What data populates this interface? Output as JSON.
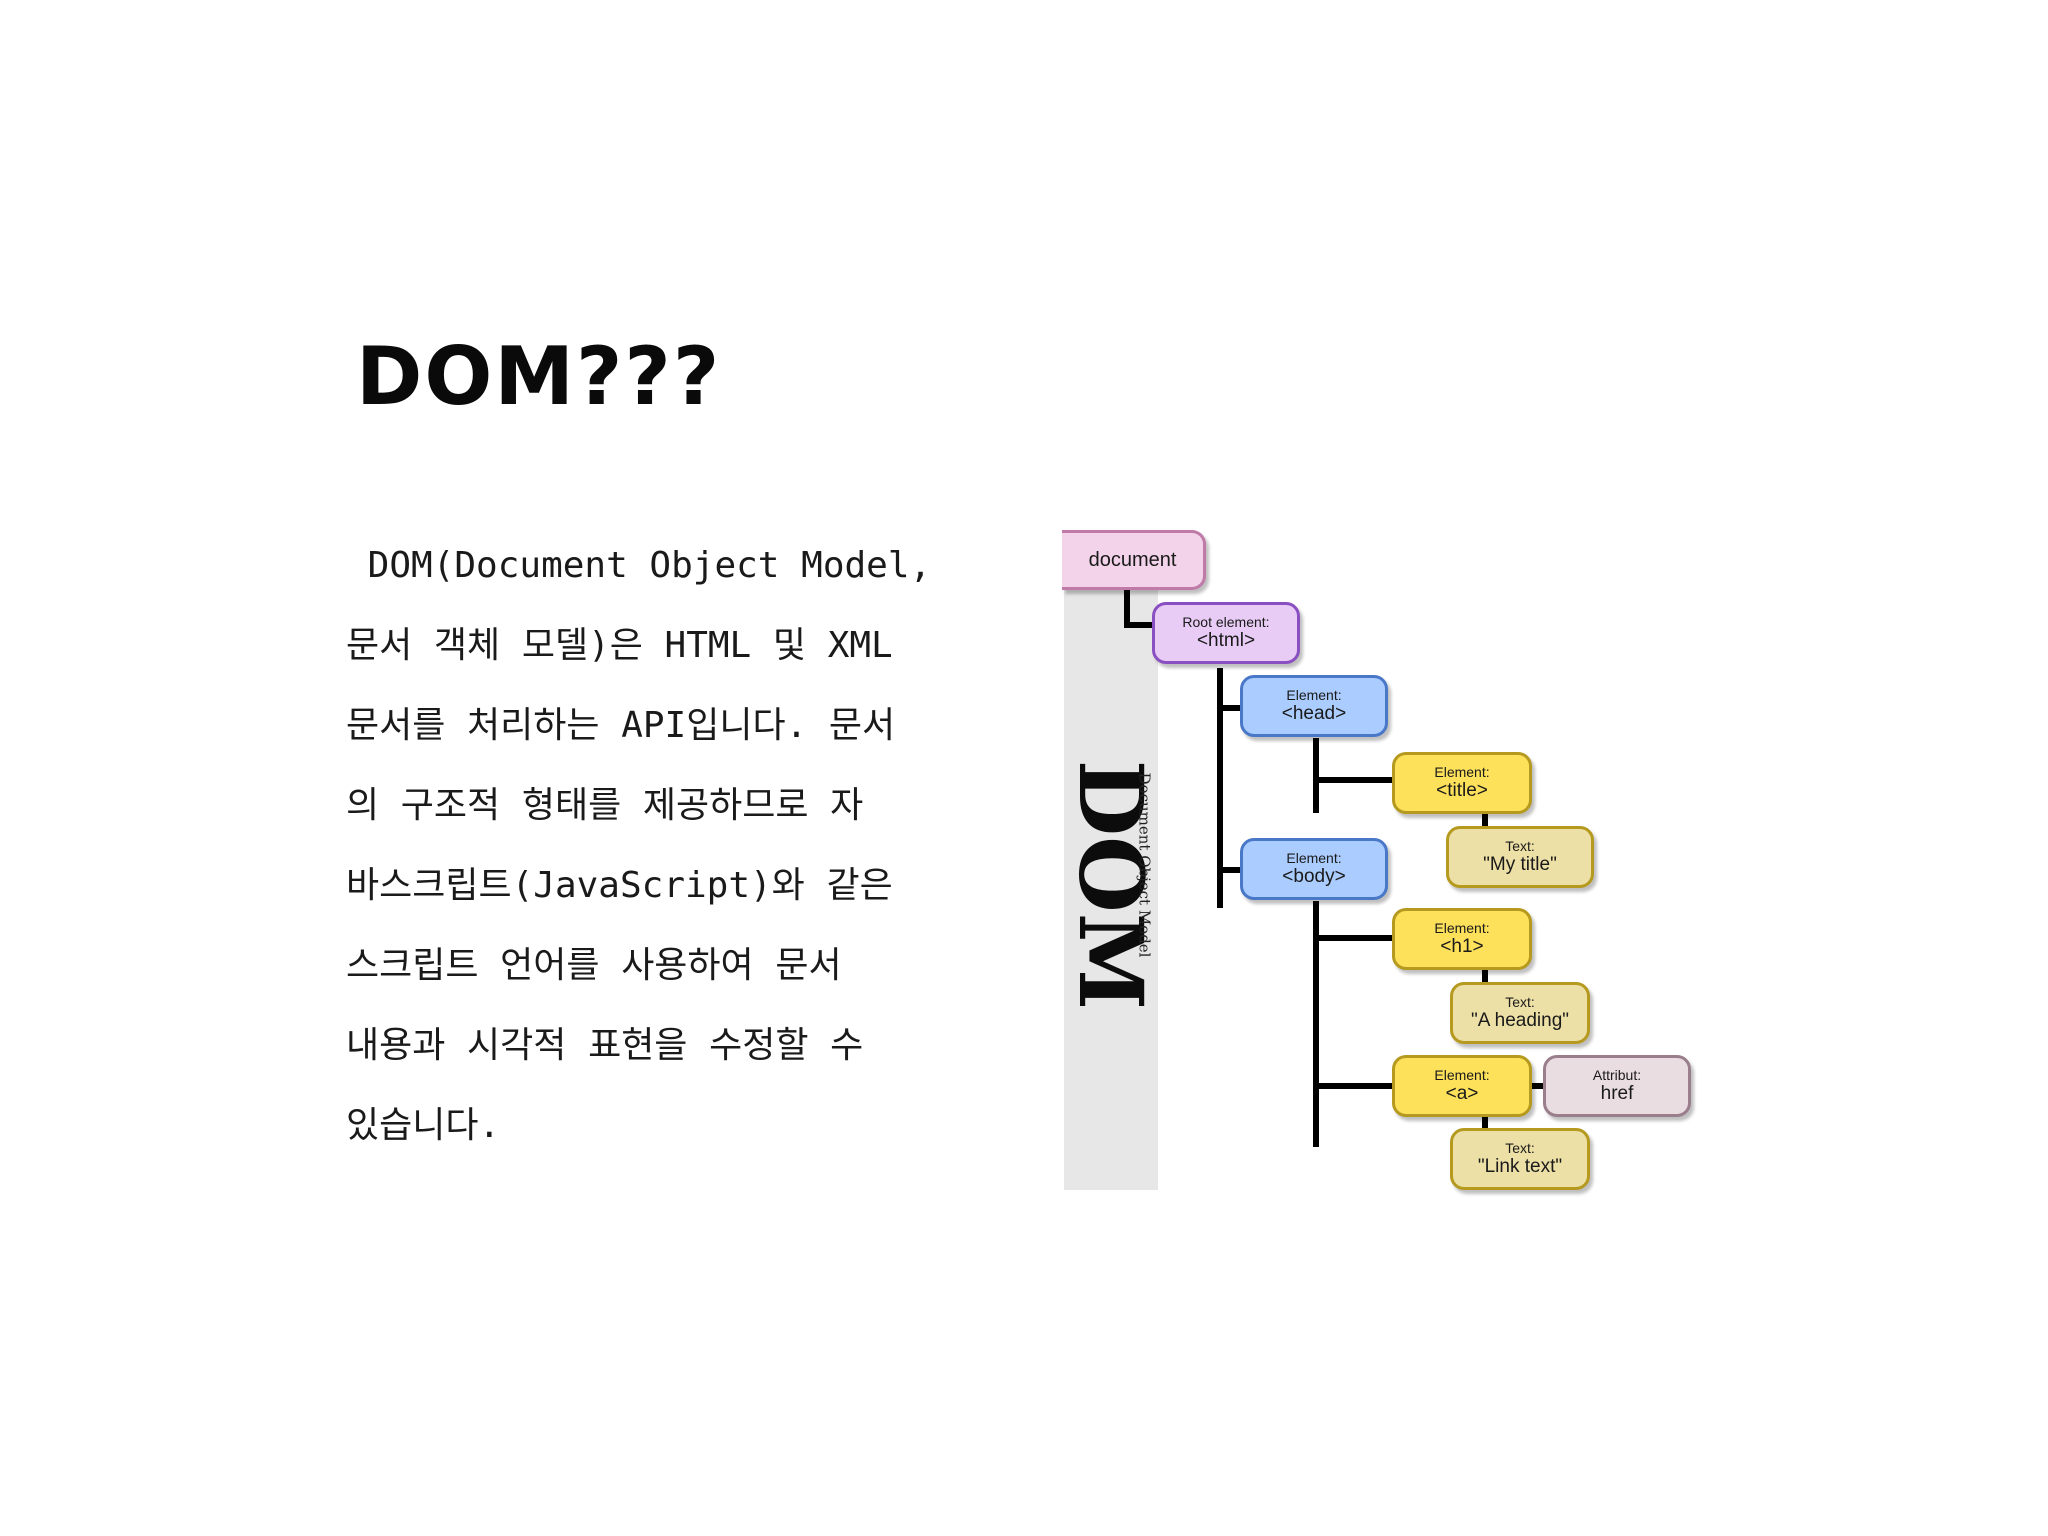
{
  "slide": {
    "title": "DOM???",
    "body_lines": [
      " DOM(Document Object Model,",
      "문서 객체 모델)은 HTML 및 XML",
      "문서를 처리하는 API입니다. 문서",
      "의 구조적 형태를 제공하므로 자",
      "바스크립트(JavaScript)와 같은",
      "스크립트 언어를 사용하여 문서",
      "내용과 시각적 표현을 수정할 수",
      "있습니다."
    ]
  },
  "diagram": {
    "side_title": "DOM",
    "side_subtitle": "Document Object Model",
    "colors": {
      "document": "#f2d3ea",
      "html": "#e8ccf5",
      "element_blue": "#aaccff",
      "element_yellow": "#fde15a",
      "text": "#ede0a6",
      "attribute": "#e9dde2",
      "border_pink": "#c07aa8",
      "border_purple": "#8a4fc0",
      "border_blue": "#4a78c8",
      "border_yellow": "#b59a1f"
    },
    "nodes": {
      "document": {
        "tag": "document"
      },
      "html": {
        "label": "Root element:",
        "tag": "<html>"
      },
      "head": {
        "label": "Element:",
        "tag": "<head>"
      },
      "title": {
        "label": "Element:",
        "tag": "<title>"
      },
      "title_text": {
        "label": "Text:",
        "tag": "\"My title\""
      },
      "body": {
        "label": "Element:",
        "tag": "<body>"
      },
      "h1": {
        "label": "Element:",
        "tag": "<h1>"
      },
      "h1_text": {
        "label": "Text:",
        "tag": "\"A heading\""
      },
      "a": {
        "label": "Element:",
        "tag": "<a>"
      },
      "a_attr": {
        "label": "Attribut:",
        "tag": "href"
      },
      "a_text": {
        "label": "Text:",
        "tag": "\"Link text\""
      }
    }
  }
}
